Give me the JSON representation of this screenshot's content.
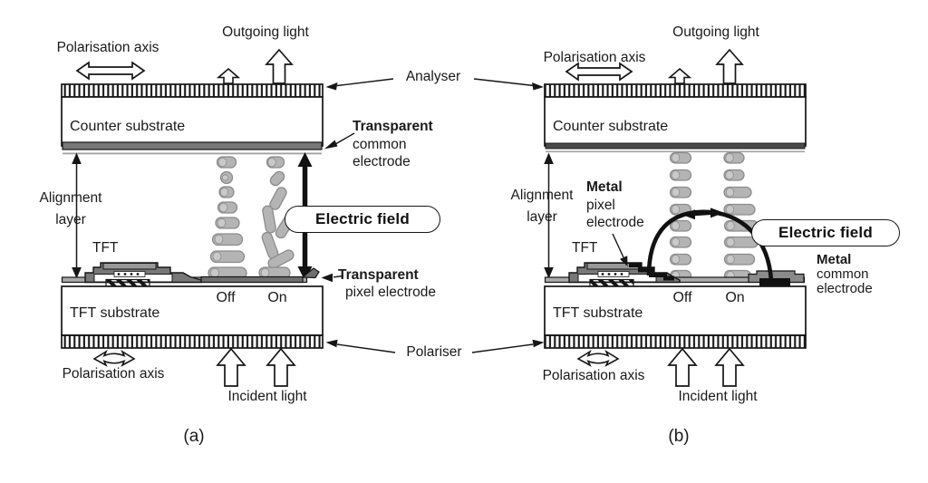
{
  "colors": {
    "ink": "#1a1a1a",
    "molecule_gray": "#b4b4b4",
    "structure_gray": "#787878",
    "electrode_gray": "#6f6f6f",
    "metal_black": "#111111"
  },
  "shared": {
    "analyser": "Analyser",
    "polariser": "Polariser"
  },
  "panel_a": {
    "caption": "(a)",
    "polarisation_axis_top": "Polarisation axis",
    "outgoing_light": "Outgoing light",
    "counter_substrate": "Counter substrate",
    "alignment_layer_line1": "Alignment",
    "alignment_layer_line2": "layer",
    "tft": "TFT",
    "electric_field": "Electric field",
    "common_electrode_line1": "Transparent",
    "common_electrode_line2": "common",
    "common_electrode_line3": "electrode",
    "pixel_electrode_line1": "Transparent",
    "pixel_electrode_line2": "pixel electrode",
    "off": "Off",
    "on": "On",
    "tft_substrate": "TFT substrate",
    "polarisation_axis_bottom": "Polarisation axis",
    "incident_light": "Incident light"
  },
  "panel_b": {
    "caption": "(b)",
    "polarisation_axis_top": "Polarisation axis",
    "outgoing_light": "Outgoing light",
    "counter_substrate": "Counter substrate",
    "alignment_layer_line1": "Alignment",
    "alignment_layer_line2": "layer",
    "tft": "TFT",
    "electric_field": "Electric field",
    "pixel_electrode_line1": "Metal",
    "pixel_electrode_line2": "pixel",
    "pixel_electrode_line3": "electrode",
    "common_electrode_line1": "Metal",
    "common_electrode_line2": "common",
    "common_electrode_line3": "electrode",
    "off": "Off",
    "on": "On",
    "tft_substrate": "TFT substrate",
    "polarisation_axis_bottom": "Polarisation axis",
    "incident_light": "Incident light"
  }
}
